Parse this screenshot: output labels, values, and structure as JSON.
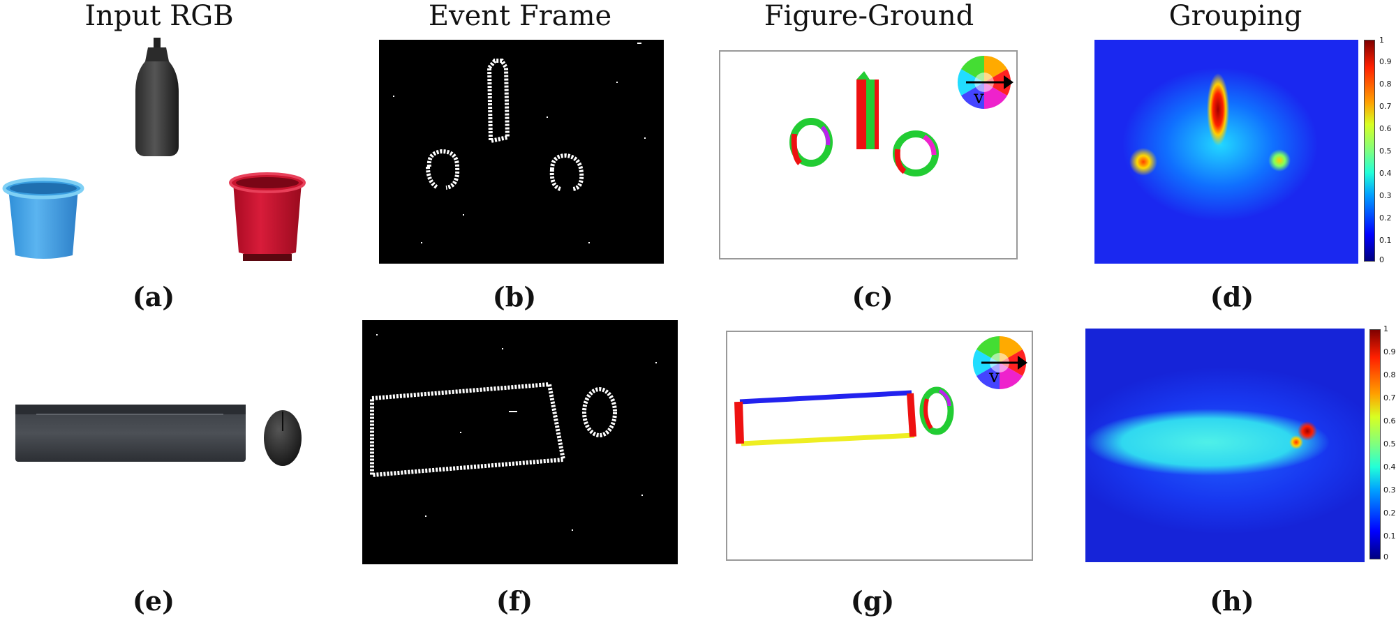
{
  "columns": {
    "input_rgb": "Input RGB",
    "event_frame": "Event Frame",
    "figure_ground": "Figure-Ground",
    "grouping": "Grouping"
  },
  "captions": {
    "a": "(a)",
    "b": "(b)",
    "c": "(c)",
    "d": "(d)",
    "e": "(e)",
    "f": "(f)",
    "g": "(g)",
    "h": "(h)"
  },
  "velocity_symbol": "v",
  "colorbar_ticks": [
    "1",
    "0.9",
    "0.8",
    "0.7",
    "0.6",
    "0.5",
    "0.4",
    "0.3",
    "0.2",
    "0.1",
    "0"
  ]
}
